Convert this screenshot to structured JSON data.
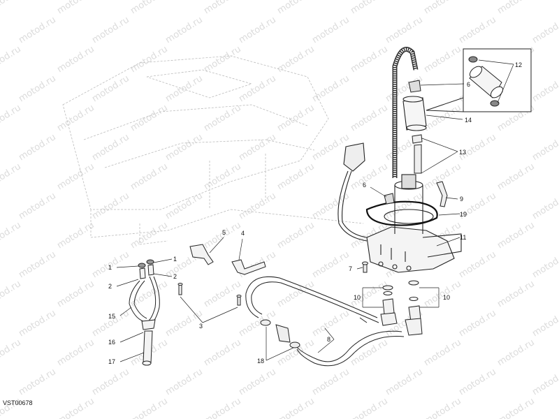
{
  "diagram": {
    "reference_code": "VST00678",
    "watermark_text": "motod.ru",
    "callouts": [
      {
        "id": "c1a",
        "label": "1"
      },
      {
        "id": "c1b",
        "label": "1"
      },
      {
        "id": "c2a",
        "label": "2"
      },
      {
        "id": "c2b",
        "label": "2"
      },
      {
        "id": "c3",
        "label": "3"
      },
      {
        "id": "c4",
        "label": "4"
      },
      {
        "id": "c5",
        "label": "5"
      },
      {
        "id": "c6a",
        "label": "6"
      },
      {
        "id": "c6b",
        "label": "6"
      },
      {
        "id": "c7",
        "label": "7"
      },
      {
        "id": "c8",
        "label": "8"
      },
      {
        "id": "c9",
        "label": "9"
      },
      {
        "id": "c10a",
        "label": "10"
      },
      {
        "id": "c10b",
        "label": "10"
      },
      {
        "id": "c11",
        "label": "11"
      },
      {
        "id": "c12",
        "label": "12"
      },
      {
        "id": "c13",
        "label": "13"
      },
      {
        "id": "c14",
        "label": "14"
      },
      {
        "id": "c15",
        "label": "15"
      },
      {
        "id": "c16",
        "label": "16"
      },
      {
        "id": "c17",
        "label": "17"
      },
      {
        "id": "c18",
        "label": "18"
      },
      {
        "id": "c19",
        "label": "19"
      }
    ]
  }
}
